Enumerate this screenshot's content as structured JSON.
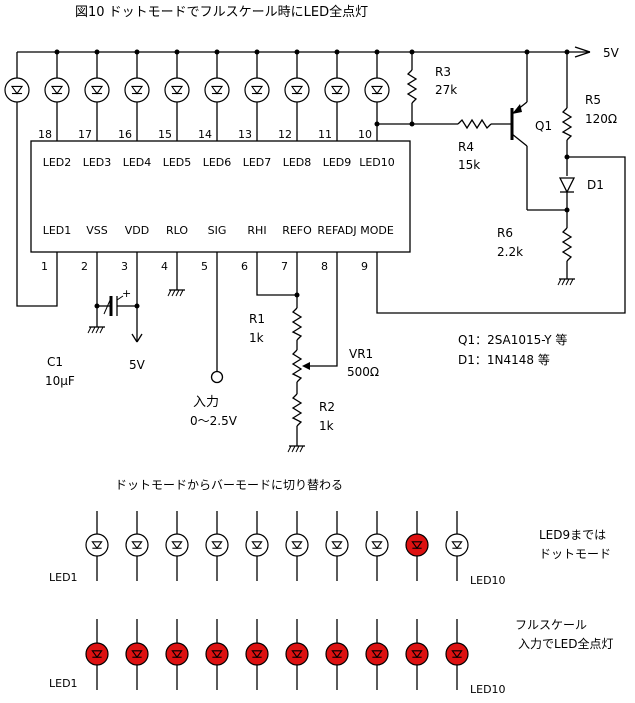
{
  "title": "図10 ドットモードでフルスケール時にLED全点灯",
  "supply": {
    "label": "5V"
  },
  "ic": {
    "top_pins": [
      {
        "num": "18",
        "label": "LED2"
      },
      {
        "num": "17",
        "label": "LED3"
      },
      {
        "num": "16",
        "label": "LED4"
      },
      {
        "num": "15",
        "label": "LED5"
      },
      {
        "num": "14",
        "label": "LED6"
      },
      {
        "num": "13",
        "label": "LED7"
      },
      {
        "num": "12",
        "label": "LED8"
      },
      {
        "num": "11",
        "label": "LED9"
      },
      {
        "num": "10",
        "label": "LED10"
      }
    ],
    "bottom_pins": [
      {
        "num": "1",
        "label": "LED1"
      },
      {
        "num": "2",
        "label": "VSS"
      },
      {
        "num": "3",
        "label": "VDD"
      },
      {
        "num": "4",
        "label": "RLO"
      },
      {
        "num": "5",
        "label": "SIG"
      },
      {
        "num": "6",
        "label": "RHI"
      },
      {
        "num": "7",
        "label": "REFO"
      },
      {
        "num": "8",
        "label": "REFADJ"
      },
      {
        "num": "9",
        "label": "MODE"
      }
    ]
  },
  "components": {
    "r3": {
      "name": "R3",
      "value": "27k"
    },
    "r4": {
      "name": "R4",
      "value": "15k"
    },
    "r5": {
      "name": "R5",
      "value": "120Ω"
    },
    "r6": {
      "name": "R6",
      "value": "2.2k"
    },
    "q1": {
      "name": "Q1"
    },
    "d1": {
      "name": "D1"
    },
    "c1": {
      "name": "C1",
      "value": "10μF",
      "plus": "+"
    },
    "r1": {
      "name": "R1",
      "value": "1k"
    },
    "vr1": {
      "name": "VR1",
      "value": "500Ω"
    },
    "r2": {
      "name": "R2",
      "value": "1k"
    },
    "vdd_label": "5V",
    "input_label": "入力",
    "input_range": "0～2.5V"
  },
  "parts_note": {
    "q1": "Q1：2SA1015-Y 等",
    "d1": "D1：1N4148 等"
  },
  "section": {
    "caption": "ドットモードからバーモードに切り替わる"
  },
  "rows": [
    {
      "lit": [
        false,
        false,
        false,
        false,
        false,
        false,
        false,
        false,
        true,
        false
      ],
      "first_label": "LED1",
      "last_label": "LED10",
      "note_lines": [
        "LED9までは",
        "ドットモード"
      ]
    },
    {
      "lit": [
        true,
        true,
        true,
        true,
        true,
        true,
        true,
        true,
        true,
        true
      ],
      "first_label": "LED1",
      "last_label": "LED10",
      "note_lines": [
        "フルスケール",
        "入力でLED全点灯"
      ]
    }
  ],
  "colors": {
    "lit": "#dd1111",
    "wire": "#000000"
  }
}
